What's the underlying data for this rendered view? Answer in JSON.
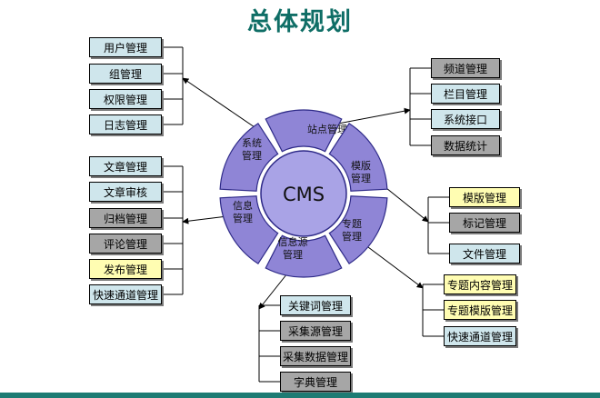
{
  "title": "总体规划",
  "hub": {
    "center_label": "CMS",
    "segments": [
      {
        "label": "站点管理"
      },
      {
        "label": "模版\n管理"
      },
      {
        "label": "专题\n管理"
      },
      {
        "label": "信息源\n管理"
      },
      {
        "label": "信息\n管理"
      },
      {
        "label": "系统\n管理"
      }
    ]
  },
  "groups": {
    "system": [
      "用户管理",
      "组管理",
      "权限管理",
      "日志管理"
    ],
    "site": [
      "频道管理",
      "栏目管理",
      "系统接口",
      "数据统计"
    ],
    "info": [
      "文章管理",
      "文章审核",
      "归档管理",
      "评论管理",
      "发布管理",
      "快速通道管理"
    ],
    "template": [
      "模版管理",
      "标记管理",
      "文件管理"
    ],
    "topic": [
      "专题内容管理",
      "专题模版管理",
      "快速通道管理"
    ],
    "source": [
      "关键词管理",
      "采集源管理",
      "采集数据管理",
      "字典管理"
    ]
  },
  "colors": {
    "title": "#0f6e66",
    "ring_fill": "#8f85d6",
    "ring_stroke": "#2e2a88",
    "center_fill": "#a9a3e6",
    "box_blue": "#cfe6ec",
    "box_gray": "#a6a6a6",
    "box_yellow": "#fffdb2",
    "footer_bar": "#1d7b73"
  }
}
